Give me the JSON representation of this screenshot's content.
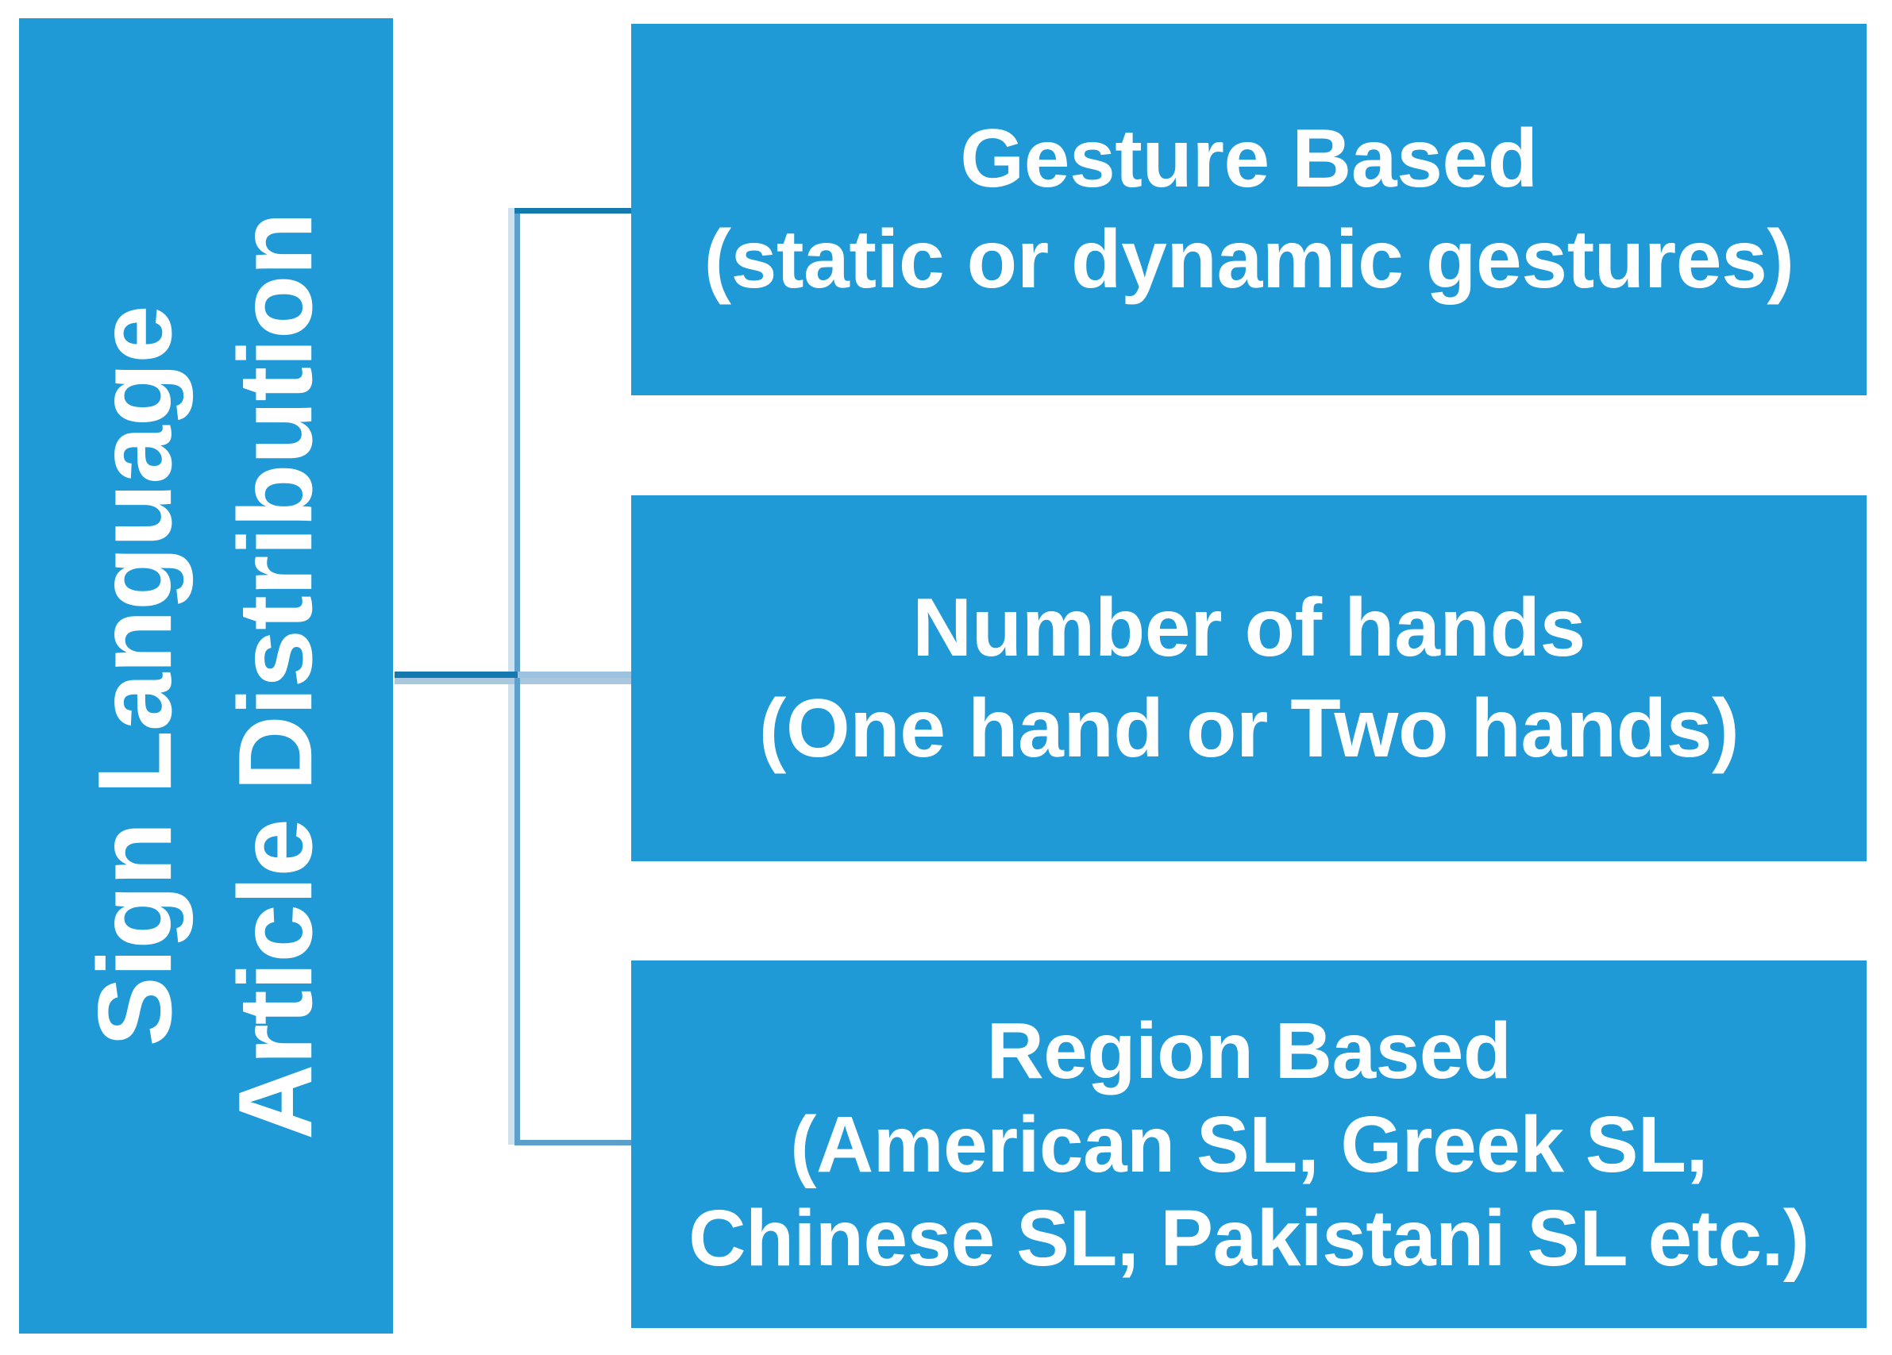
{
  "diagram": {
    "title": "Sign Language Article Distribution",
    "type": "hierarchy",
    "accent_color": "#1F9AD6",
    "connector_color": "#1479AE",
    "text_color": "#FFFFFF",
    "root": {
      "label_line1": "Sign Language",
      "label_line2": "Article Distribution",
      "orientation": "vertical-bottom-to-top"
    },
    "children": [
      {
        "id": "gesture-based",
        "label_line1": "Gesture Based",
        "label_line2": "(static or dynamic gestures)"
      },
      {
        "id": "number-of-hands",
        "label_line1": "Number of hands",
        "label_line2": "(One hand or Two hands)"
      },
      {
        "id": "region-based",
        "label_line1": "Region Based",
        "label_line2": "(American SL, Greek SL,",
        "label_line3": "Chinese SL, Pakistani SL etc.)"
      }
    ]
  }
}
